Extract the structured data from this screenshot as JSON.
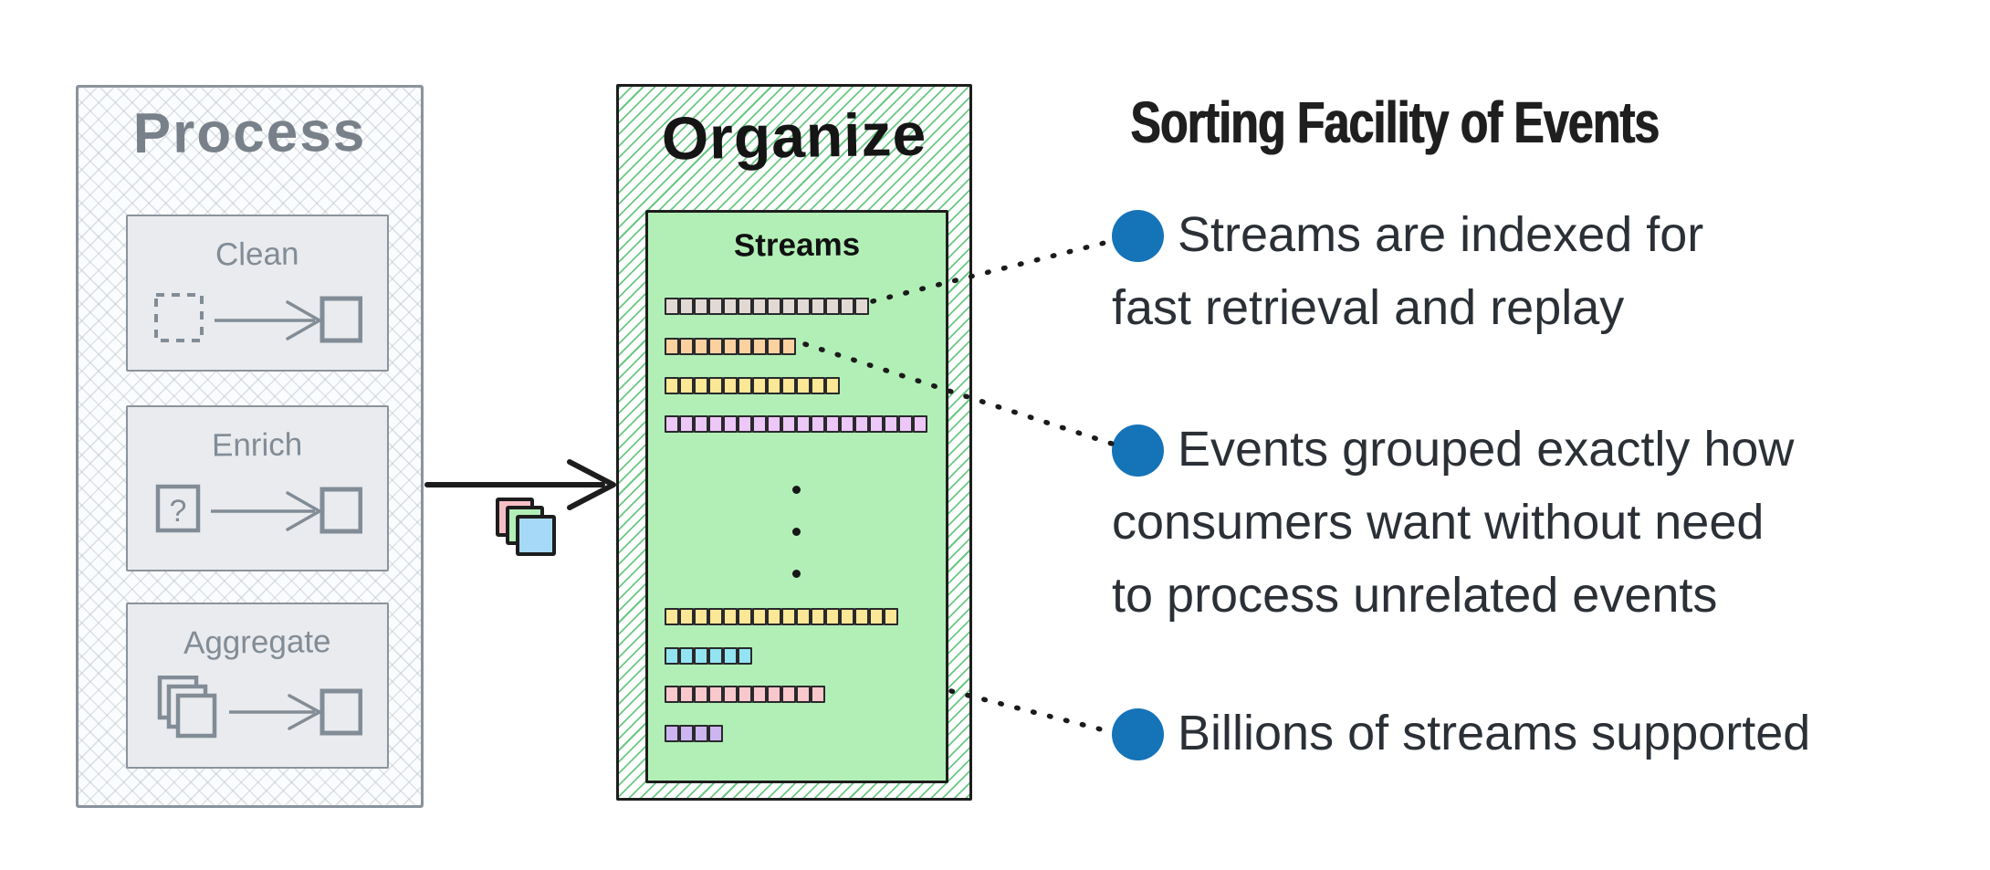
{
  "process": {
    "title": "Process",
    "stages": [
      {
        "label": "Clean",
        "icon": "dashed-square-arrow-square-icon"
      },
      {
        "label": "Enrich",
        "icon": "question-square-arrow-square-icon"
      },
      {
        "label": "Aggregate",
        "icon": "stacked-squares-arrow-square-icon"
      }
    ]
  },
  "flow": {
    "arrow_icon": "right-arrow-icon",
    "cards_icon": "stacked-event-cards-icon",
    "card_colors": [
      "#f6bfc6",
      "#b2efb6",
      "#a6d9f7"
    ]
  },
  "organize": {
    "title": "Organize",
    "box_title": "Streams",
    "hatch_color": "#40b962",
    "box_fill": "#b2efb6",
    "streams": [
      {
        "color": "#e3d9d4",
        "count": 14
      },
      {
        "color": "#fbd19f",
        "count": 9
      },
      {
        "color": "#fbe795",
        "count": 12
      },
      {
        "color": "#ecc7f7",
        "count": 18
      },
      {
        "color": "#fbe795",
        "count": 16
      },
      {
        "color": "#92e4f2",
        "count": 6
      },
      {
        "color": "#f8c8cc",
        "count": 11
      },
      {
        "color": "#ccb5f0",
        "count": 4
      }
    ],
    "ellipsis_dots": 3
  },
  "right_panel": {
    "title": "Sorting Facility of Events",
    "bullet_color": "#1573b8",
    "bullets": [
      {
        "lines": [
          "Streams are indexed for",
          "fast retrieval and replay"
        ]
      },
      {
        "lines": [
          "Events grouped exactly how",
          "consumers want without need",
          "to process unrelated events"
        ]
      },
      {
        "lines": [
          "Billions of streams supported"
        ]
      }
    ]
  }
}
